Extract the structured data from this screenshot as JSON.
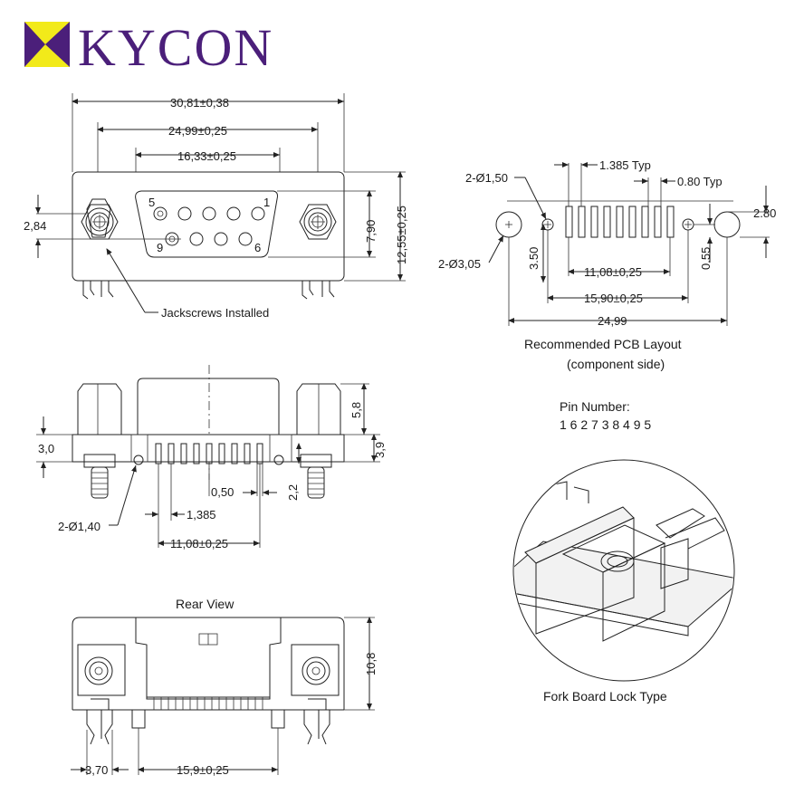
{
  "brand": {
    "name": "KYCON",
    "colors": {
      "purple": "#4b1f7a",
      "yellow": "#f2ea1a"
    }
  },
  "front_view": {
    "dim_overall": "30,81±0,38",
    "dim_jackscrew_span": "24,99±0,25",
    "dim_shell": "16,33±0,25",
    "dim_height": "12,55±0,25",
    "dim_shell_height": "7,90",
    "dim_left": "2,84",
    "pin_labels": [
      "5",
      "1",
      "9",
      "6"
    ],
    "jackscrew_note": "Jackscrews Installed"
  },
  "pcb_layout": {
    "hole_small": "2-Ø1,50",
    "hole_large": "2-Ø3,05",
    "pitch": "1.385 Typ",
    "pin_dia": "0.80 Typ",
    "height_right": "2.80",
    "row_offset": "3.50",
    "pin_offset": "0.55",
    "row_width": "11,08±0,25",
    "hole_span": "15,90±0,25",
    "total_span": "24,99",
    "caption_line1": "Recommended PCB Layout",
    "caption_line2": "(component side)"
  },
  "side_view": {
    "dim_top": "5,8",
    "dim_left": "3,0",
    "dim_right": "3,9",
    "dim_pin_gap": "0,50",
    "dim_pin_len": "2,2",
    "dim_pitch": "1,385",
    "dim_row": "11,08±0,25",
    "hole_note": "2-Ø1,40"
  },
  "pin_number": {
    "label": "Pin Number:",
    "sequence": "1 6 2 7 3 8 4 9 5"
  },
  "rear_view": {
    "title": "Rear View",
    "dim_height": "10,8",
    "dim_left": "3,70",
    "dim_span": "15,9±0,25"
  },
  "detail": {
    "caption": "Fork Board Lock Type"
  },
  "icons": [
    "kycon-logo-icon",
    "jackscrew-icon",
    "fork-lock-icon"
  ]
}
